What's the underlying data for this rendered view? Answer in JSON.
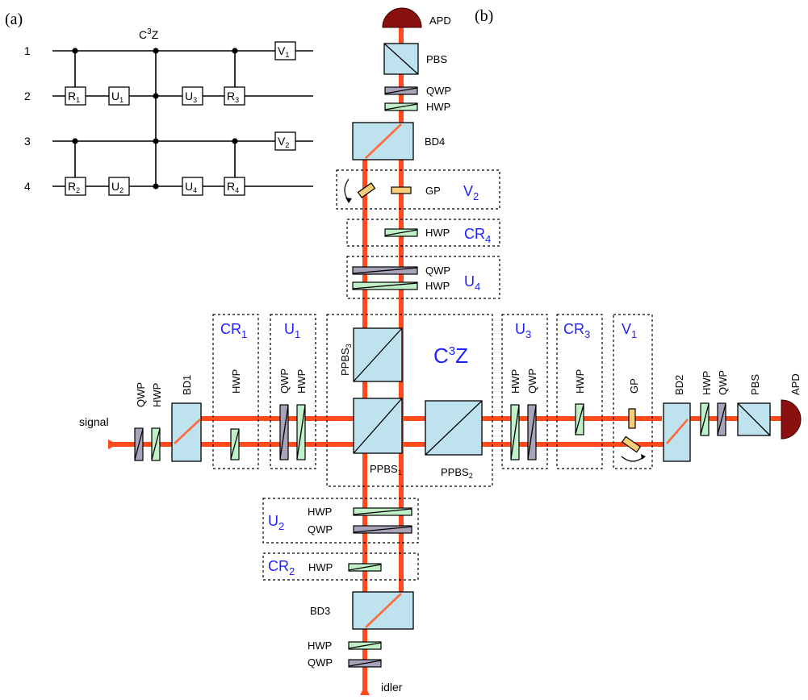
{
  "panel_labels": {
    "a": "(a)",
    "b": "(b)"
  },
  "circuit": {
    "title": "C",
    "title_sup": "3",
    "title_after": "Z",
    "qubits": [
      "1",
      "2",
      "3",
      "4"
    ],
    "gates": {
      "R1": "R",
      "R1_sub": "1",
      "U1": "U",
      "U1_sub": "1",
      "U3": "U",
      "U3_sub": "3",
      "R3": "R",
      "R3_sub": "3",
      "V1": "V",
      "V1_sub": "1",
      "V2": "V",
      "V2_sub": "2",
      "R2": "R",
      "R2_sub": "2",
      "U2": "U",
      "U2_sub": "2",
      "U4": "U",
      "U4_sub": "4",
      "R4": "R",
      "R4_sub": "4"
    }
  },
  "setup": {
    "apd": "APD",
    "pbs": "PBS",
    "qwp": "QWP",
    "hwp": "HWP",
    "gp": "GP",
    "bd1": "BD1",
    "bd2": "BD2",
    "bd3": "BD3",
    "bd4": "BD4",
    "signal": "signal",
    "idler": "idler",
    "ppbs": "PPBS",
    "ppbs1_sub": "1",
    "ppbs2_sub": "2",
    "ppbs3_sub": "3",
    "boxes": {
      "V": "V",
      "CR": "CR",
      "U": "U",
      "sub1": "1",
      "sub2": "2",
      "sub3": "3",
      "sub4": "4",
      "c3z_c": "C",
      "c3z_sup": "3",
      "c3z_z": "Z"
    }
  }
}
